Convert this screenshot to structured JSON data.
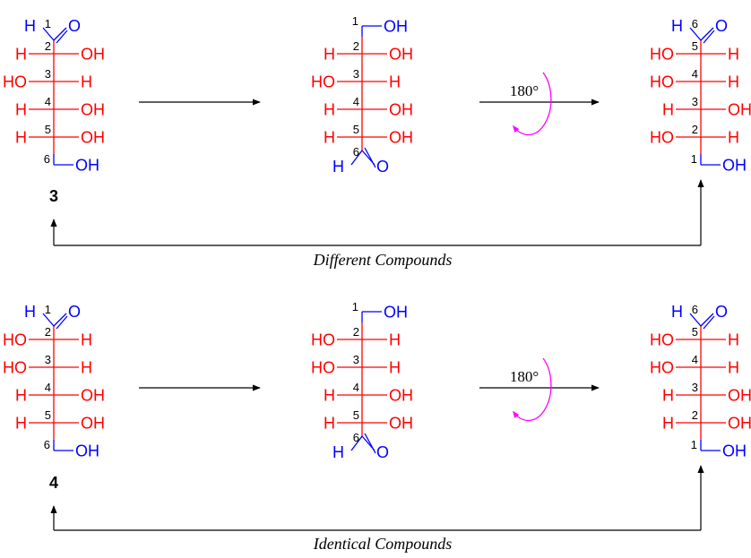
{
  "colors": {
    "stereo": "#ff0000",
    "terminal": "#0000ff",
    "arrow": "#000000",
    "rotation": "#ff00ff"
  },
  "panels": [
    {
      "compound_label": "3",
      "caption": "Different Compounds",
      "rotation_text": "180°",
      "structures": [
        {
          "top": {
            "num": "1",
            "type": "cho",
            "h": "H",
            "o": "O"
          },
          "rows": [
            {
              "num": "2",
              "left": "H",
              "right": "OH"
            },
            {
              "num": "3",
              "left": "HO",
              "right": "H"
            },
            {
              "num": "4",
              "left": "H",
              "right": "OH"
            },
            {
              "num": "5",
              "left": "H",
              "right": "OH"
            }
          ],
          "bottom": {
            "num": "6",
            "type": "ch2oh",
            "oh": "OH"
          }
        },
        {
          "top": {
            "num": "1",
            "type": "ch2oh",
            "oh": "OH"
          },
          "rows": [
            {
              "num": "2",
              "left": "H",
              "right": "OH"
            },
            {
              "num": "3",
              "left": "HO",
              "right": "H"
            },
            {
              "num": "4",
              "left": "H",
              "right": "OH"
            },
            {
              "num": "5",
              "left": "H",
              "right": "OH"
            }
          ],
          "bottom": {
            "num": "6",
            "type": "cho",
            "h": "H",
            "o": "O"
          }
        },
        {
          "top": {
            "num": "6",
            "type": "cho",
            "h": "H",
            "o": "O"
          },
          "rows": [
            {
              "num": "5",
              "left": "HO",
              "right": "H"
            },
            {
              "num": "4",
              "left": "HO",
              "right": "H"
            },
            {
              "num": "3",
              "left": "H",
              "right": "OH"
            },
            {
              "num": "2",
              "left": "HO",
              "right": "H"
            }
          ],
          "bottom": {
            "num": "1",
            "type": "ch2oh",
            "oh": "OH"
          }
        }
      ]
    },
    {
      "compound_label": "4",
      "caption": "Identical Compounds",
      "rotation_text": "180°",
      "structures": [
        {
          "top": {
            "num": "1",
            "type": "cho",
            "h": "H",
            "o": "O"
          },
          "rows": [
            {
              "num": "2",
              "left": "HO",
              "right": "H"
            },
            {
              "num": "3",
              "left": "HO",
              "right": "H"
            },
            {
              "num": "4",
              "left": "H",
              "right": "OH"
            },
            {
              "num": "5",
              "left": "H",
              "right": "OH"
            }
          ],
          "bottom": {
            "num": "6",
            "type": "ch2oh",
            "oh": "OH"
          }
        },
        {
          "top": {
            "num": "1",
            "type": "ch2oh",
            "oh": "OH"
          },
          "rows": [
            {
              "num": "2",
              "left": "HO",
              "right": "H"
            },
            {
              "num": "3",
              "left": "HO",
              "right": "H"
            },
            {
              "num": "4",
              "left": "H",
              "right": "OH"
            },
            {
              "num": "5",
              "left": "H",
              "right": "OH"
            }
          ],
          "bottom": {
            "num": "6",
            "type": "cho",
            "h": "H",
            "o": "O"
          }
        },
        {
          "top": {
            "num": "6",
            "type": "cho",
            "h": "H",
            "o": "O"
          },
          "rows": [
            {
              "num": "5",
              "left": "HO",
              "right": "H"
            },
            {
              "num": "4",
              "left": "HO",
              "right": "H"
            },
            {
              "num": "3",
              "left": "H",
              "right": "OH"
            },
            {
              "num": "2",
              "left": "H",
              "right": "OH"
            }
          ],
          "bottom": {
            "num": "1",
            "type": "ch2oh",
            "oh": "OH"
          }
        }
      ]
    }
  ]
}
